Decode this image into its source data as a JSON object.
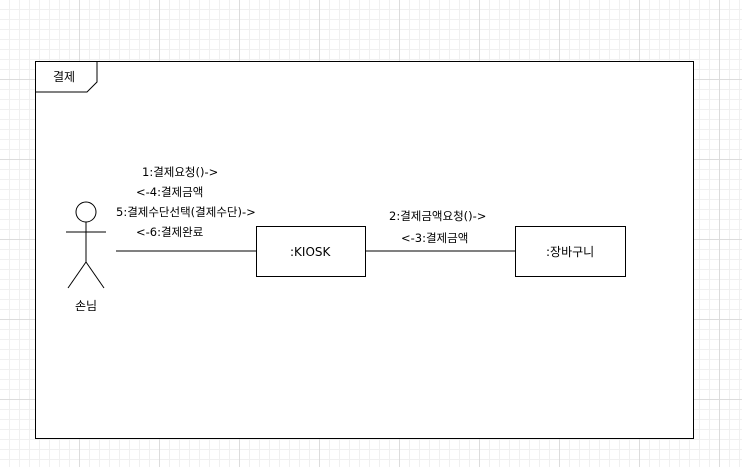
{
  "frame": {
    "title": "결제"
  },
  "actor": {
    "label": "손님"
  },
  "objects": {
    "kiosk": ":KIOSK",
    "cart": ":장바구니"
  },
  "messages": {
    "m1": "1:결제요청()->",
    "m4": "<-4:결제금액",
    "m5": "5:결제수단선택(결제수단)->",
    "m6": "<-6:결제완료",
    "m2": "2:결제금액요청()->",
    "m3": "<-3:결제금액"
  }
}
